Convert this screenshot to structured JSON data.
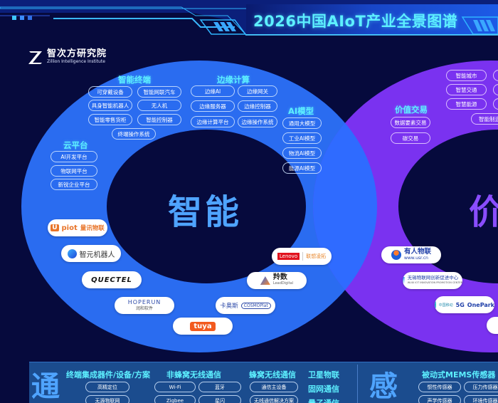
{
  "header": {
    "title": "2026中国AIoT产业全景图谱"
  },
  "logo": {
    "name_cn": "智次方研究院",
    "name_en": "Zillion Intelligence Institute"
  },
  "big_words": {
    "left": "智能",
    "right": "价",
    "bottom_left": "通",
    "bottom_right": "感"
  },
  "sections": {
    "smart_terminal": {
      "title": "智能终端",
      "items": [
        "可穿戴设备",
        "智能网联汽车",
        "具身智能机器人",
        "无人机",
        "智能零售货柜",
        "智能控制器",
        "终端操作系统"
      ]
    },
    "edge_computing": {
      "title": "边缘计算",
      "items": [
        "边缘AI",
        "边缘网关",
        "边缘服务器",
        "边缘控制器",
        "边缘计算平台",
        "边缘操作系统"
      ]
    },
    "ai_model": {
      "title": "AI模型",
      "items": [
        "通用大模型",
        "工业AI模型",
        "物流AI模型",
        "能源AI模型"
      ]
    },
    "cloud_platform": {
      "title": "云平台",
      "items": [
        "AI开发平台",
        "物联网平台",
        "新锐企业平台"
      ]
    },
    "value_trade": {
      "title": "价值交易",
      "items": [
        "数据要素交易",
        "碳交易"
      ]
    },
    "smart_city": {
      "items": [
        "智能城市",
        "智慧交通",
        "智慧能源",
        "智能制造"
      ]
    }
  },
  "company_cards": {
    "uplot": {
      "mark": "U",
      "text": "piot",
      "cn": "量讯物联"
    },
    "zhiyuan": {
      "cn": "智元机器人"
    },
    "quectel": {
      "text": "QUECTEL"
    },
    "hopsun": {
      "en": "HOPERUN",
      "cn": "润和软件"
    },
    "tuya": {
      "text": "tuya"
    },
    "lenovo": {
      "text": "Lenovo",
      "sub": "联想凌拓"
    },
    "lingshu": {
      "cn": "羚数",
      "en": "LeadDigital"
    },
    "kaos": {
      "cn": "卡奥斯",
      "en": "COSMOPlat"
    },
    "youren": {
      "cn": "有人物联",
      "en": "www.usr.cn"
    },
    "wuxi": {
      "cn": "无锡物联网创新促进中心",
      "en": "WUXI IOT INNOVATION PROMOTION CENTER"
    },
    "cmcc": {
      "cn": "中国移动",
      "g5": "5G",
      "op": "OnePark"
    }
  },
  "bottom": {
    "tong": {
      "sections": [
        {
          "title": "终端集成器件/设备/方案",
          "items": [
            "高精定位",
            "无源物联网"
          ]
        },
        {
          "title": "非蜂窝无线通信",
          "items": [
            "Wi-Fi",
            "蓝牙",
            "Zigbee",
            "星闪"
          ]
        },
        {
          "title": "蜂窝无线通信",
          "items": [
            "通信主设备",
            "无线通信解决方案"
          ]
        },
        {
          "title": "卫星物联"
        },
        {
          "title": "固网通信"
        },
        {
          "title": "量子通信"
        }
      ]
    },
    "gan": {
      "sections": [
        {
          "title": "被动式MEMS传感器",
          "items": [
            "惯性传感器",
            "压力传感器",
            "声学传感器",
            "环境传感器"
          ]
        }
      ]
    }
  },
  "colors": {
    "background": "#060a3d",
    "blue_loop": "#2a6cf0",
    "purple_loop": "#7a32f0",
    "accent_cyan": "#5df0ff",
    "big_text_blue": "#4fa4ff"
  }
}
